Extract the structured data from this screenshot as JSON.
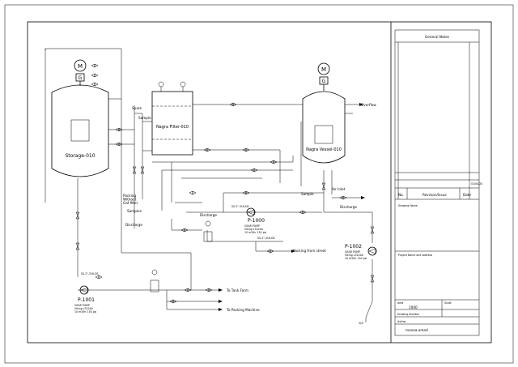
{
  "drawing": {
    "vessels": {
      "storage": "Storage-010",
      "filter": "Nagra Filter-010",
      "nagra_vessel": "Nagra Vessel-010"
    },
    "pumps": {
      "p1000": {
        "tag": "P-1000",
        "l1": "GEAR PUMP",
        "l2": "Viking L3224A",
        "l3": "10 m3/hr 150 psi"
      },
      "p1001": {
        "tag": "P-1001",
        "l1": "GEAR PUMP",
        "l2": "Viking L3224A",
        "l3": "10 m3/hr 150 psi"
      },
      "p1002": {
        "tag": "P-1002",
        "l1": "GEAR PUMP",
        "l2": "Viking L3224A",
        "l3": "10 m3/hr 150 psi"
      }
    },
    "motor_letters": {
      "m": "M",
      "g": "G"
    },
    "labels": {
      "spare": "Spare",
      "sample_top": "Sample",
      "samples": "Samples",
      "packing_without": "Packing\nWithout\nGaf filter",
      "discharge_left": "Discharge",
      "discharge_mid": "Discharge",
      "discharge_right": "Discharge",
      "sample_right": "Sample",
      "air_inlet": "Air Inlet",
      "overflow": "Overflow",
      "packing_street": "Packing from street",
      "tank_farm": "To Tank Farm",
      "packing_machine": "To Packing Machine",
      "steam_in": "3/4\"",
      "bottom_tag": "3/4\"",
      "hose_tag_1": "SS-2\"-316-DS",
      "hose_tag_2": "SS-2\"-316-DS",
      "hose_tag_3": "SS-2\"-316-DS"
    }
  },
  "title_block": {
    "general_notes": "General Notes",
    "rev_date": "01/04/20",
    "no_header": "No.",
    "revision_header": "Revision/Issue",
    "date_header": "Date",
    "drawing_name": "Drawing Name",
    "project_name": "Project Name and Address",
    "area_label": "Area",
    "area_value": "1000",
    "scale_label": "Scale",
    "drawing_number": "Drawing Number",
    "author_label": "Author",
    "author_value": "monaa.emad"
  }
}
